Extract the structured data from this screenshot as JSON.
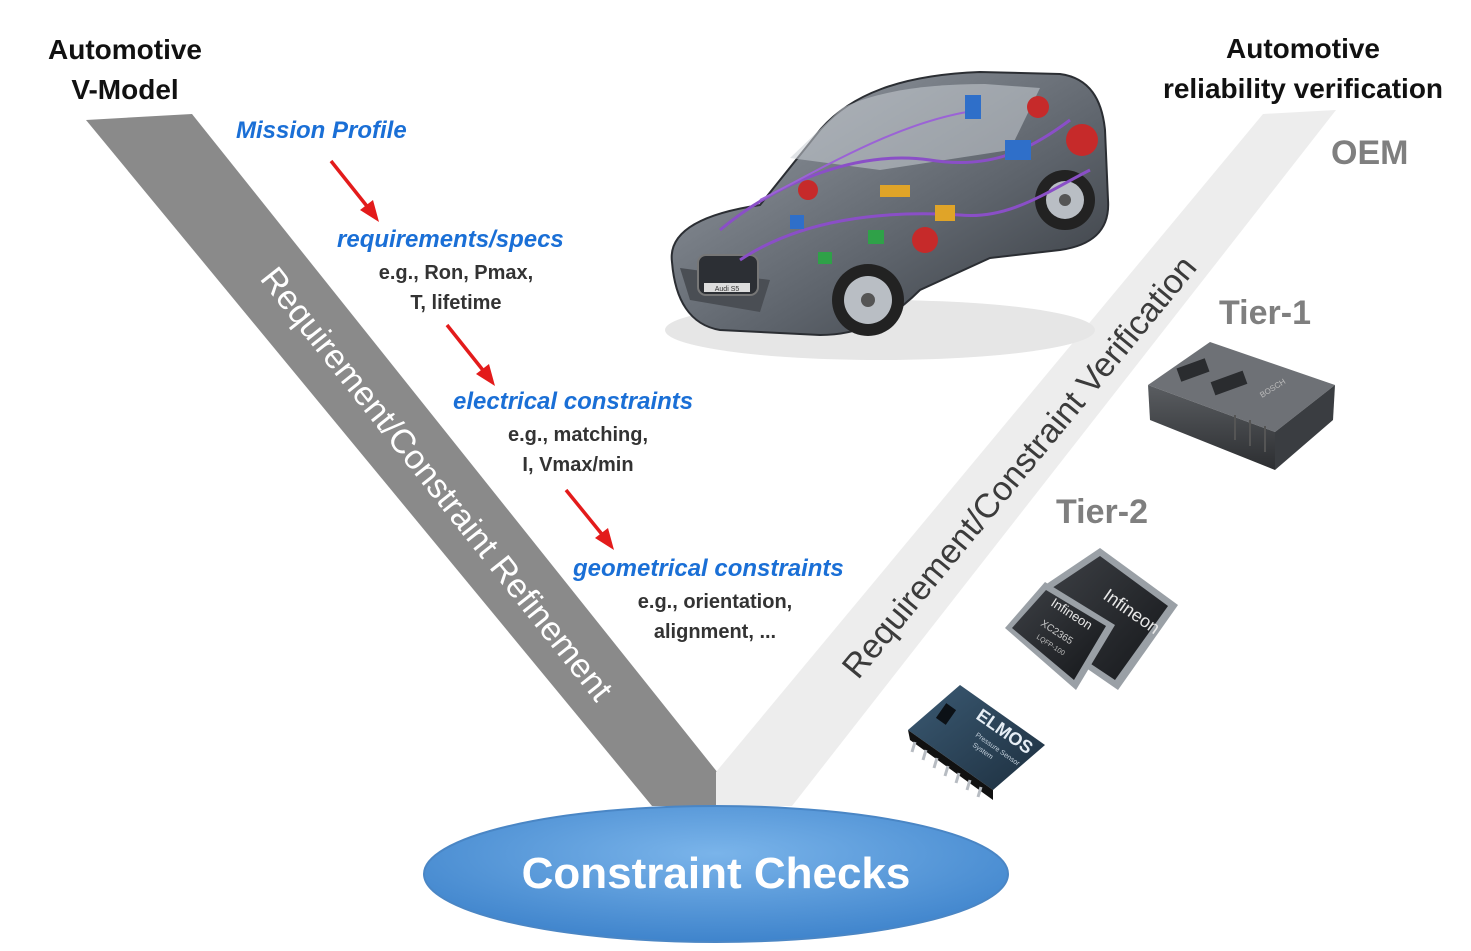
{
  "left_title": [
    "Automotive",
    "V-Model"
  ],
  "right_title": [
    "Automotive",
    "reliability verification"
  ],
  "refinement_band": "Requirement/Constraint Refinement",
  "verification_band": "Requirement/Constraint Verification",
  "steps": [
    {
      "label": "Mission Profile",
      "example": []
    },
    {
      "label": "requirements/specs",
      "example": [
        "e.g., Ron, Pmax,",
        "T, lifetime"
      ]
    },
    {
      "label": "electrical constraints",
      "example": [
        "e.g., matching,",
        "I, Vmax/min"
      ]
    },
    {
      "label": "geometrical constraints",
      "example": [
        "e.g., orientation,",
        "alignment, ..."
      ]
    }
  ],
  "levels": [
    "OEM",
    "Tier-1",
    "Tier-2"
  ],
  "base": "Constraint Checks",
  "chip_labels": {
    "large_chip": "Infineon",
    "small_chip_brand": "Infineon",
    "small_chip_part": "XC2365",
    "small_chip_package": "LQFP-100",
    "sensor_brand": "ELMOS",
    "sensor_text": [
      "Pressure Sensor",
      "System"
    ],
    "car_plate": "Audi S5",
    "ecu_brand": "BOSCH"
  },
  "colors": {
    "arrow": "#e31b1b",
    "step_text": "#1a6fd6",
    "left_band": "#8a8a8a",
    "right_band": "#ededed",
    "ellipse": "#5f9fdc"
  }
}
